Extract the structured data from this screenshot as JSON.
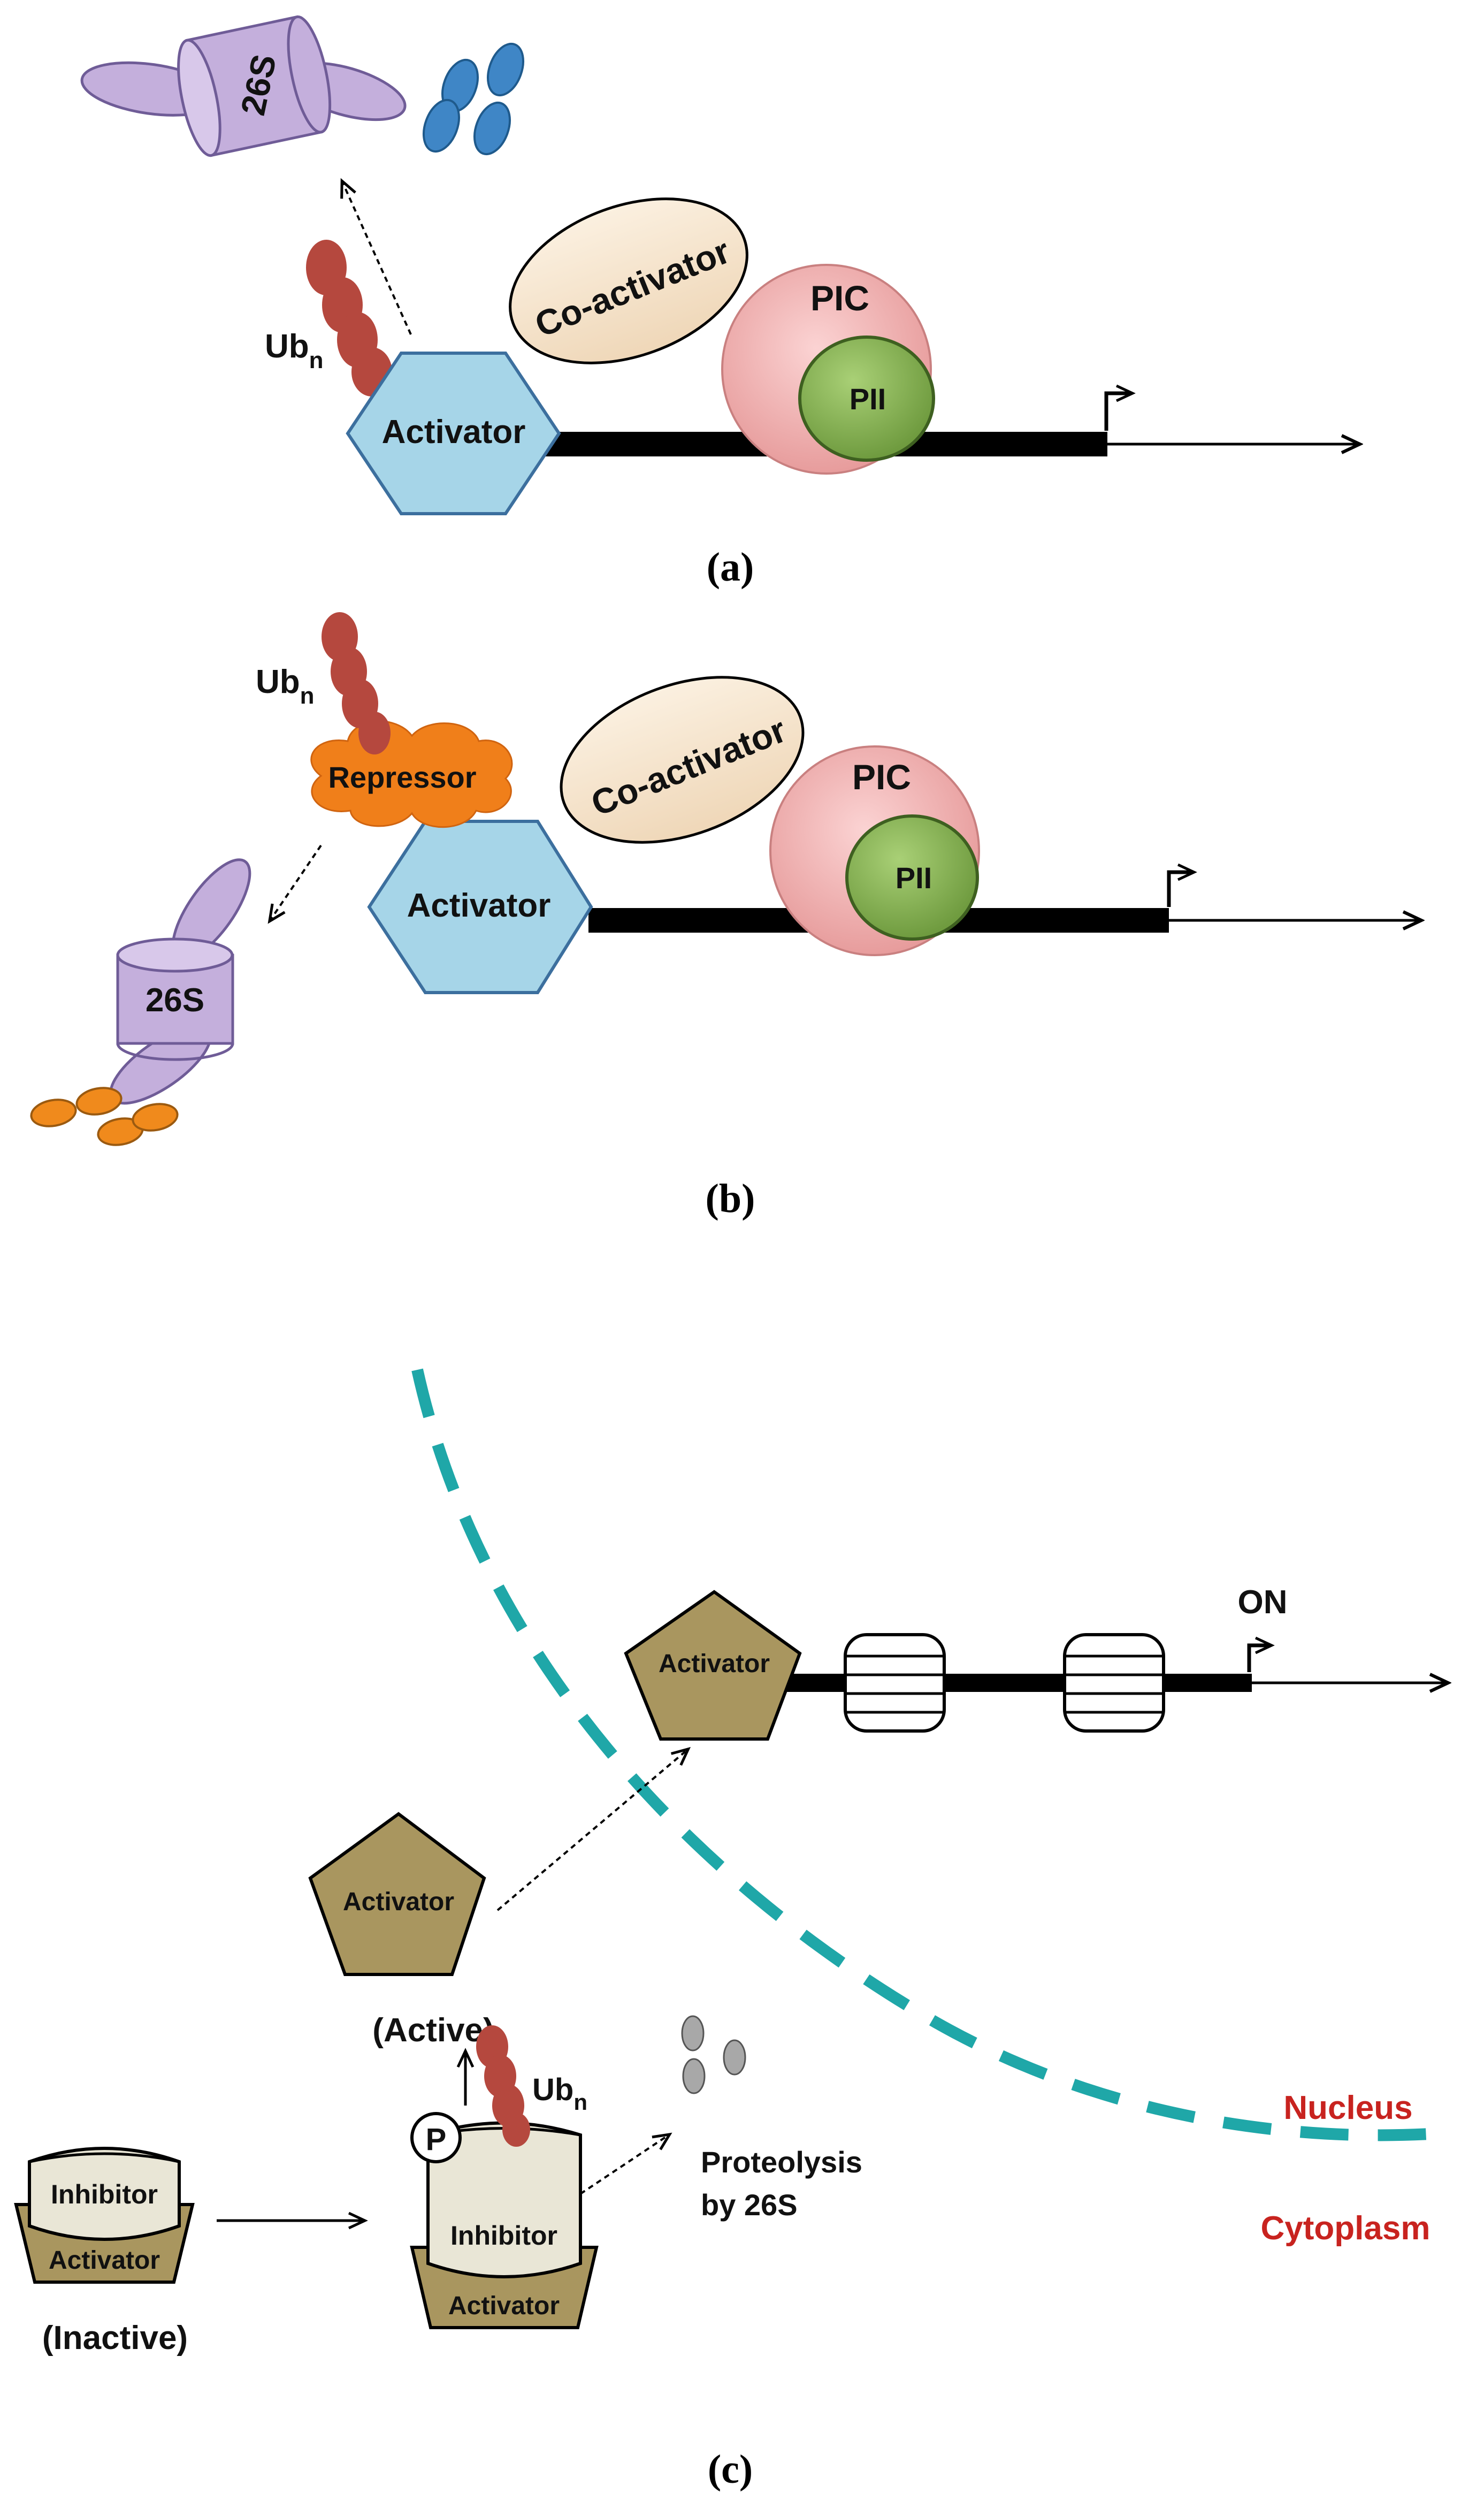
{
  "panel_a": {
    "caption": "a",
    "proteasome": "26S",
    "ub": "Ub",
    "ub_sub": "n",
    "coactivator": "Co-activator",
    "pic": "PIC",
    "pii": "PII",
    "activator": "Activator"
  },
  "panel_b": {
    "caption": "b",
    "ub": "Ub",
    "ub_sub": "n",
    "repressor": "Repressor",
    "coactivator": "Co-activator",
    "pic": "PIC",
    "pii": "PII",
    "activator": "Activator",
    "proteasome": "26S"
  },
  "panel_c": {
    "caption": "c",
    "on": "ON",
    "activator_nuclear": "Activator",
    "activator_active": "Activator",
    "active": "(Active)",
    "inhibitor_inactive": "Inhibitor",
    "activator_inactive": "Activator",
    "inactive": "(Inactive)",
    "phospho": "P",
    "ub": "Ub",
    "ub_sub": "n",
    "inhibitor_bound": "Inhibitor",
    "activator_bound": "Activator",
    "proteolysis_line1": "Proteolysis",
    "proteolysis_line2": "by 26S",
    "nucleus": "Nucleus",
    "cytoplasm": "Cytoplasm"
  },
  "colors": {
    "proteasome": "#c4afdc",
    "fragment_blue": "#3f86c6",
    "fragment_orange": "#f08a1c",
    "fragment_gray": "#a8a8a8",
    "ubiquitin": "#b5483e",
    "activator_hex": "#a6d5e8",
    "coactivator": "#f6e4cc",
    "pic": "#efb4b4",
    "pii": "#8db85a",
    "repressor": "#f07f1a",
    "activator_pentagon": "#a9965f",
    "inhibitor": "#e9e6d6",
    "membrane": "#1fa7a8",
    "compartment_label": "#c8231f"
  }
}
